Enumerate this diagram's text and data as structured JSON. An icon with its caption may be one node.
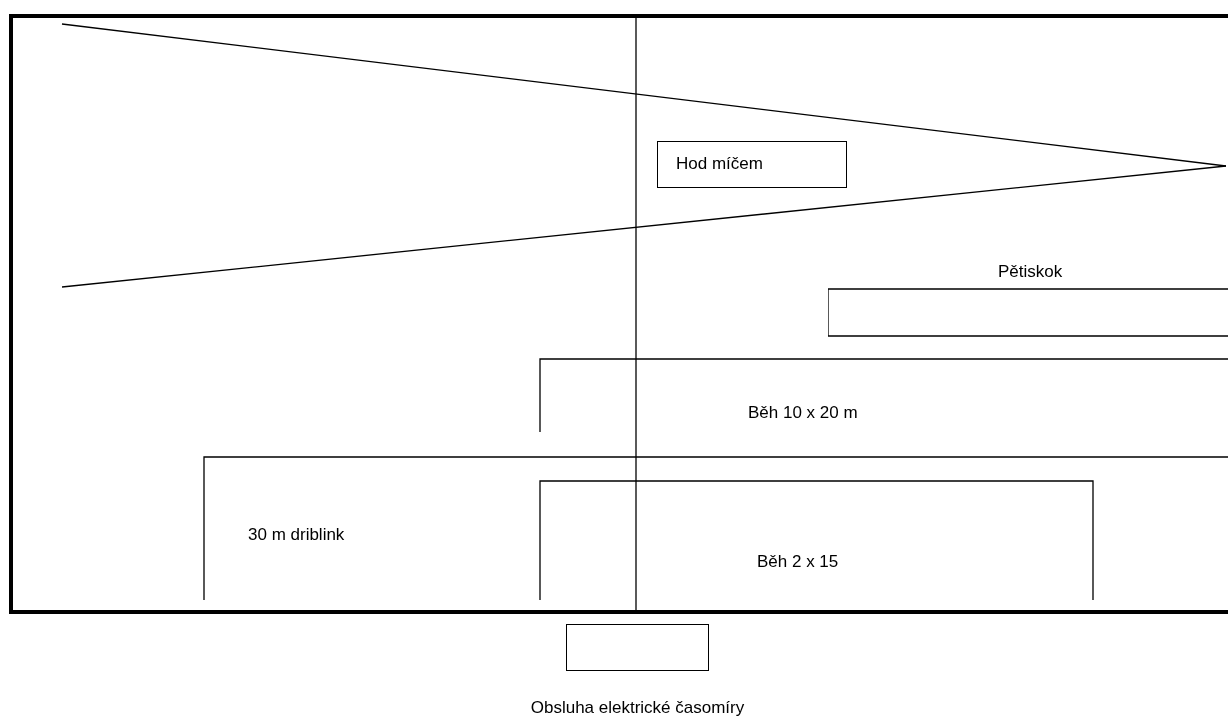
{
  "diagram": {
    "nodes": [
      {
        "text": [
          "Hod míčem"
        ]
      },
      {
        "text": [
          "Pětiskok"
        ]
      },
      {
        "text": [],
        "shape": "box",
        "beside": [
          "Obsluha elektrické časomíry"
        ]
      }
    ],
    "labels": [
      "Běh 10 x 20 m",
      "30 m driblink",
      "Běh 2 x 15"
    ]
  }
}
